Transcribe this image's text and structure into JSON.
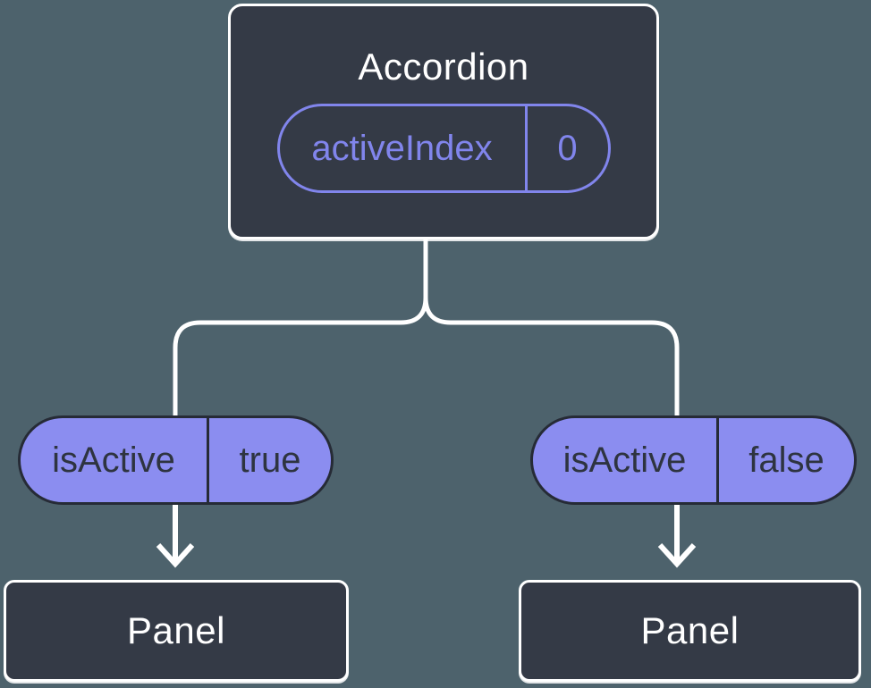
{
  "colors": {
    "background": "#4d626c",
    "node-fill": "#343a46",
    "node-border": "#ffffff",
    "connector": "#ffffff",
    "pill-fill": "#8b8df0",
    "pill-border": "#262b36",
    "pill-text": "#2e3440",
    "accent": "#8185ec",
    "text-light": "#ffffff"
  },
  "tree": {
    "root": {
      "title": "Accordion",
      "prop": {
        "name": "activeIndex",
        "value": "0"
      }
    },
    "children": [
      {
        "prop": {
          "name": "isActive",
          "value": "true"
        },
        "title": "Panel"
      },
      {
        "prop": {
          "name": "isActive",
          "value": "false"
        },
        "title": "Panel"
      }
    ]
  }
}
